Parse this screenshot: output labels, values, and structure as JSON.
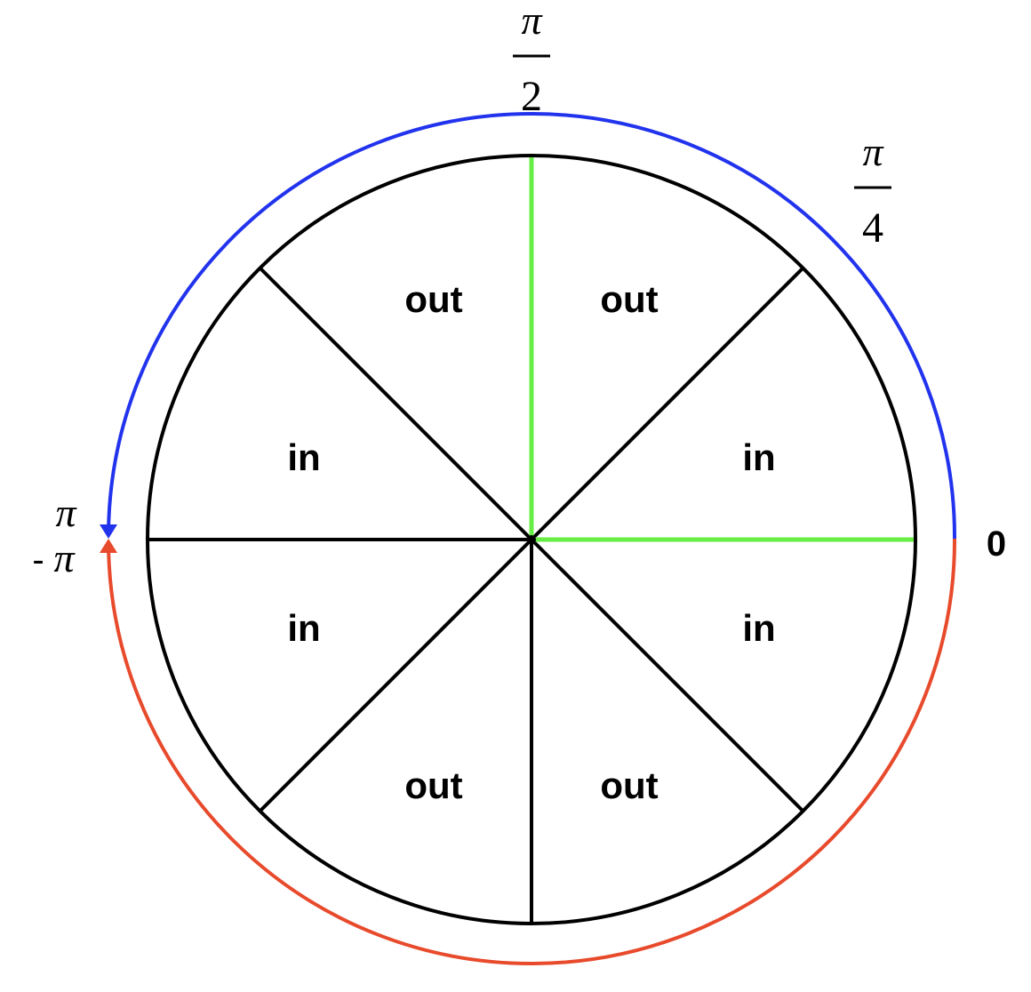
{
  "colors": {
    "circle": "#000000",
    "highlight": "#66ee44",
    "arc_upper": "#2233ee",
    "arc_lower": "#e84a2c"
  },
  "angle_labels": {
    "zero": "0",
    "pi_over_two": {
      "numerator": "π",
      "denominator": "2"
    },
    "pi_over_four": {
      "numerator": "π",
      "denominator": "4"
    },
    "pi": "π",
    "neg_pi": {
      "sign": "-",
      "symbol": "π"
    }
  },
  "sectors": [
    {
      "label": "in"
    },
    {
      "label": "out"
    },
    {
      "label": "out"
    },
    {
      "label": "in"
    },
    {
      "label": "in"
    },
    {
      "label": "out"
    },
    {
      "label": "out"
    },
    {
      "label": "in"
    }
  ],
  "icons": {
    "upper_arrow": "arrowhead-down-icon",
    "lower_arrow": "arrowhead-up-icon"
  }
}
